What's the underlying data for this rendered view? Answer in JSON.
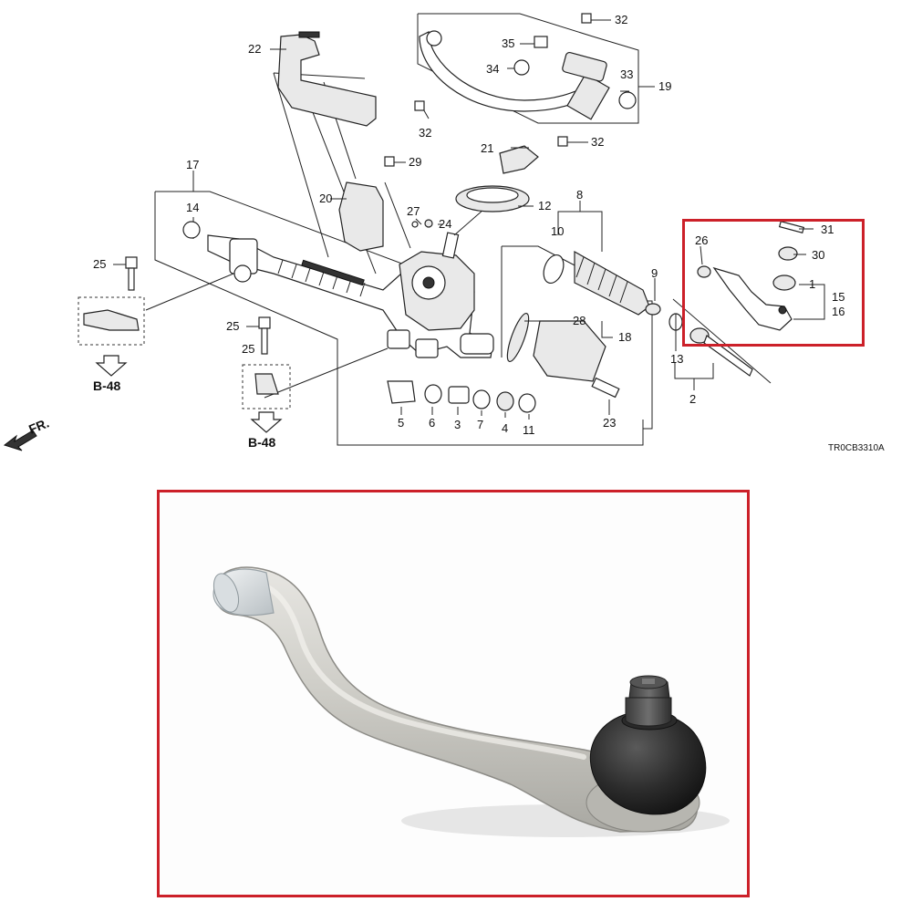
{
  "diagram": {
    "code": "TR0CB3310A",
    "front_label": "FR.",
    "ref_label": "B-48",
    "callouts": [
      "1",
      "2",
      "3",
      "4",
      "5",
      "6",
      "7",
      "8",
      "9",
      "10",
      "11",
      "12",
      "13",
      "14",
      "15",
      "16",
      "17",
      "18",
      "19",
      "20",
      "21",
      "22",
      "23",
      "24",
      "25",
      "26",
      "27",
      "28",
      "29",
      "30",
      "31",
      "32",
      "33",
      "34",
      "35"
    ],
    "colors": {
      "highlight": "#cc2029",
      "ink": "#222222"
    }
  },
  "photo": {
    "subject": "tie-rod-end"
  }
}
